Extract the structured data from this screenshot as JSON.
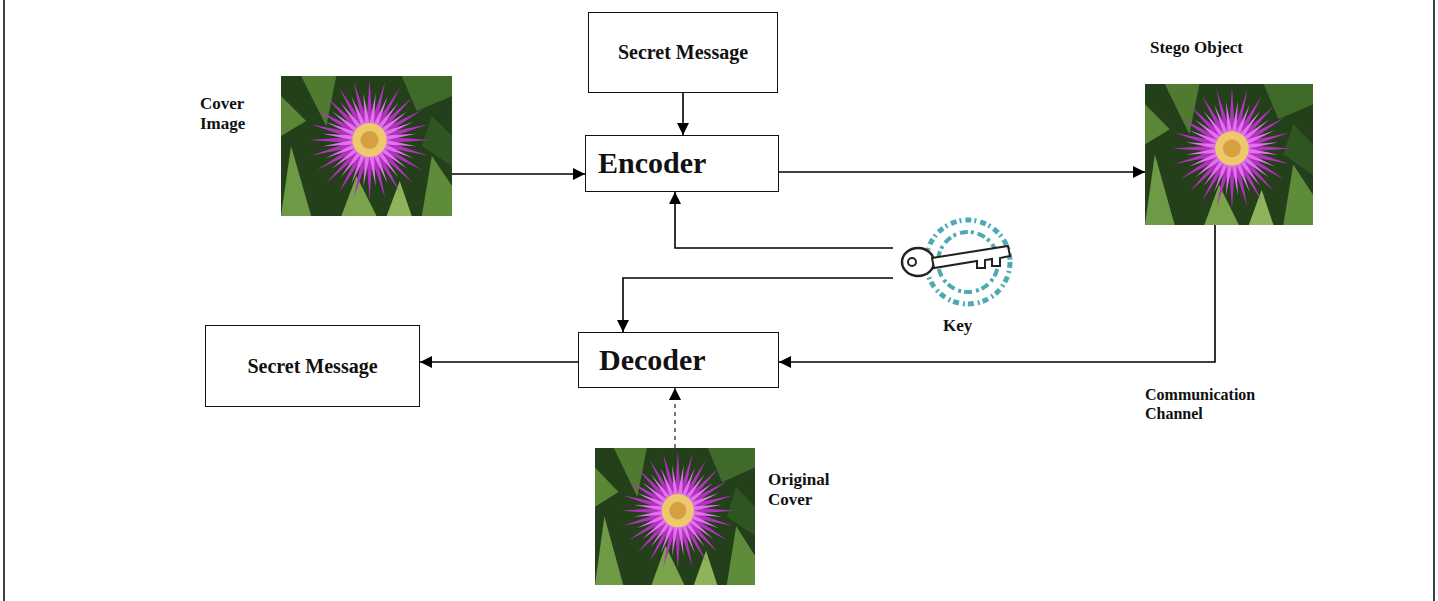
{
  "diagram": {
    "nodes": [
      {
        "text": [
          "Secret Message"
        ]
      },
      {
        "text": [
          "Cover Image"
        ]
      },
      {
        "text": [
          "Encoder"
        ]
      },
      {
        "text": [
          "Stego Object"
        ]
      },
      {
        "text": [
          "Key"
        ]
      },
      {
        "text": [
          "Decoder"
        ]
      },
      {
        "text": [
          "Secret Message"
        ]
      },
      {
        "text": [
          "Original Cover"
        ]
      }
    ],
    "edges": [
      {
        "from": 0,
        "to": 2,
        "arrow": "to"
      },
      {
        "from": 1,
        "to": 2,
        "arrow": "to"
      },
      {
        "from": 2,
        "to": 3,
        "arrow": "to"
      },
      {
        "from": 4,
        "to": 2,
        "arrow": "to"
      },
      {
        "from": 4,
        "to": 5,
        "arrow": "to"
      },
      {
        "from": 3,
        "to": 5,
        "arrow": "to",
        "label": "Communication Channel"
      },
      {
        "from": 7,
        "to": 5,
        "arrow": "to"
      },
      {
        "from": 5,
        "to": 6,
        "arrow": "to"
      }
    ]
  }
}
